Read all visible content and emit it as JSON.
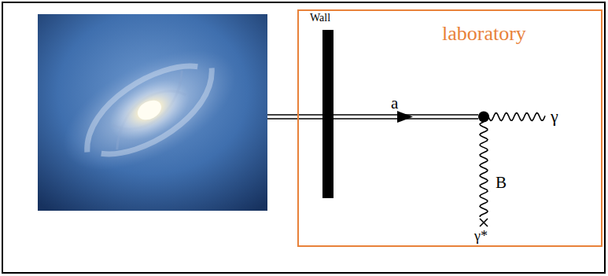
{
  "diagram": {
    "nodes": [
      {
        "text": [
          "laboratory"
        ]
      }
    ],
    "labels": [
      "Wall",
      "a",
      "γ",
      "B",
      "γ*"
    ]
  }
}
